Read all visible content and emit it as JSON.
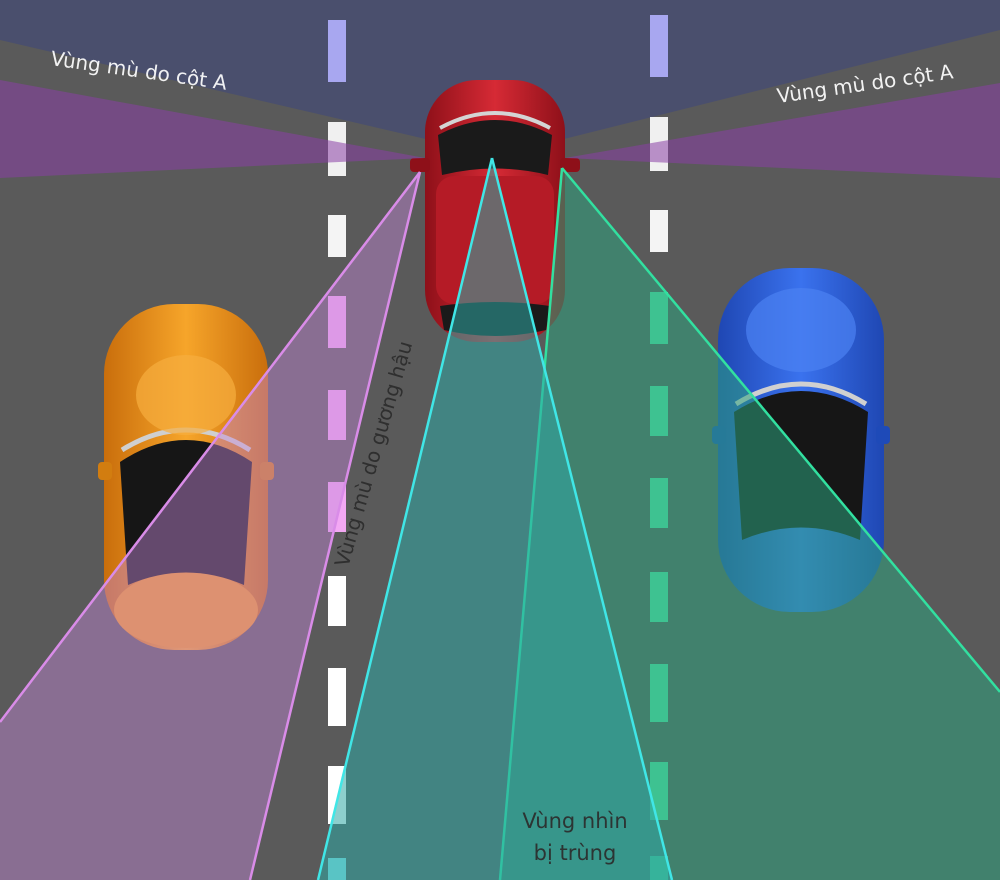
{
  "labels": {
    "a_pillar_left": "Vùng mù do cột A",
    "a_pillar_right": "Vùng mù do cột A",
    "mirror_blind_spot": "Vùng mù do gương hậu",
    "overlap_line1": "Vùng nhìn",
    "overlap_line2": "bị trùng"
  },
  "colors": {
    "road": "#5a5a5a",
    "top_band": "#494e6b",
    "a_pillar_zone": "#6a4a78",
    "mirror_left_zone": "#b58ac7",
    "mirror_right_zone": "#2e8f76",
    "center_view": "#2f9a98",
    "lane_dash_white": "#ffffff",
    "lane_dash_purple": "#a9a8f0",
    "lane_dash_pink": "#f3a8f4",
    "lane_dash_green": "#53e8a8",
    "car_red": "#c8202c",
    "car_orange": "#f29a1e",
    "car_blue": "#2e63e0"
  },
  "cars": [
    {
      "name": "ego-car",
      "color": "red"
    },
    {
      "name": "left-car",
      "color": "orange"
    },
    {
      "name": "right-car",
      "color": "blue"
    }
  ]
}
